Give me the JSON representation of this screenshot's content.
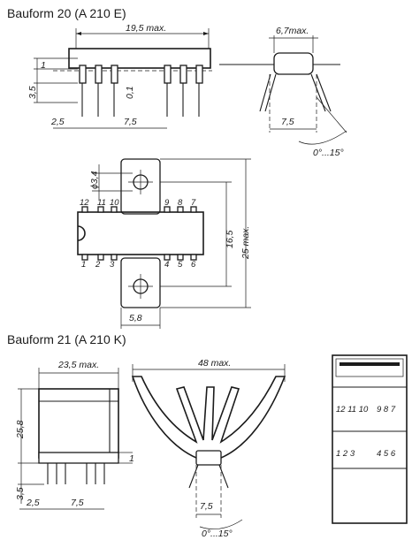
{
  "headings": {
    "form20": "Bauform  20 (A 210 E)",
    "form21": "Bauform  21 (A 210 K)"
  },
  "form20_dims": {
    "length_max": "19,5 max.",
    "pin_top": "1",
    "pin_height": "3,5",
    "pin_width": "0,1",
    "pitch_left": "2,5",
    "pitch_span": "7,5",
    "body_width_max": "6,7max.",
    "row_spacing": "7,5",
    "lead_angle": "0°...15°",
    "hole_dia": "ϕ3,4",
    "tab_span": "16,5",
    "total_max": "25 max.",
    "tab_width": "5,8"
  },
  "form20_pins_top": [
    "12",
    "11",
    "10",
    "9",
    "8",
    "7"
  ],
  "form20_pins_bottom": [
    "1",
    "2",
    "3",
    "4",
    "5",
    "6"
  ],
  "form21_dims": {
    "width_max": "23,5 max.",
    "height": "25,8",
    "pin_top": "1",
    "pin_height": "3,5",
    "pitch_left": "2,5",
    "pitch_span": "7,5",
    "fin_width_max": "48 max.",
    "row_spacing": "7,5",
    "lead_angle": "0°...15°"
  },
  "form21_top_view": {
    "pins_top": "12 11 10",
    "pins_top_right": "9 8 7",
    "pins_bottom": "1 2 3",
    "pins_bottom_right": "4 5 6"
  }
}
